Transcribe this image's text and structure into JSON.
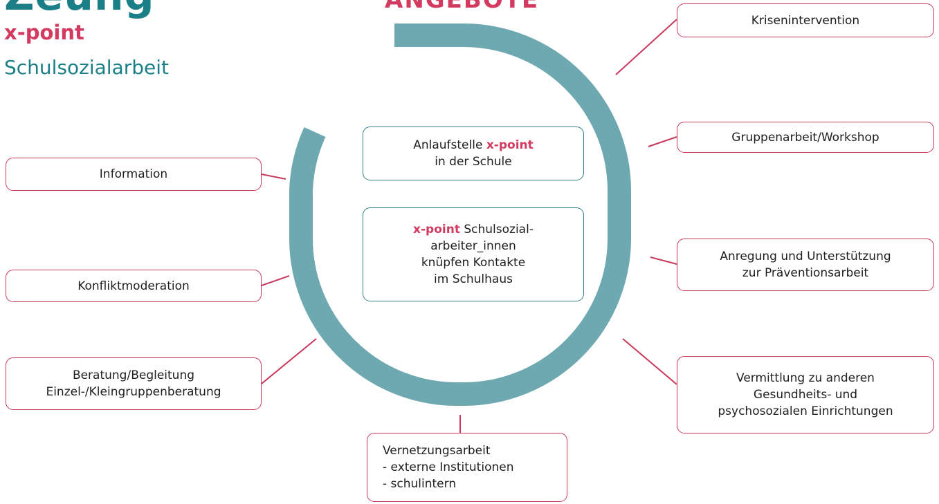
{
  "logo": {
    "word": "Zeung",
    "sub": "x-point",
    "sub2": "Schulsozialarbeit"
  },
  "headline": "ANGEBOTE",
  "colors": {
    "ring": "#6ea9b1",
    "connector": "#c8385b",
    "box_border": "#c8385b",
    "center_border": "#2e7f86",
    "accent": "#d23a5f",
    "brand": "#1a7f86"
  },
  "center": {
    "box1": {
      "line1_text": "Anlaufstelle ",
      "line1_accent": "x-point",
      "line2": "in der Schule"
    },
    "box2": {
      "line1_accent": "x-point",
      "line1_text": " Schulsozial-",
      "line2": "arbeiter_innen",
      "line3": "knüpfen Kontakte",
      "line4": "im Schulhaus"
    }
  },
  "services": {
    "krisenintervention": "Krisenintervention",
    "gruppenarbeit": "Gruppenarbeit/Workshop",
    "anregung": [
      "Anregung und Unterstützung",
      "zur Präventionsarbeit"
    ],
    "vermittlung": [
      "Vermittlung zu anderen",
      "Gesundheits- und",
      "psychosozialen Einrichtungen"
    ],
    "vernetzung": [
      "Vernetzungsarbeit",
      "- externe Institutionen",
      "- schulintern"
    ],
    "beratung": [
      "Beratung/Begleitung",
      "Einzel-/Kleingruppenberatung"
    ],
    "konfliktmoderation": "Konfliktmoderation",
    "information": "Information"
  }
}
